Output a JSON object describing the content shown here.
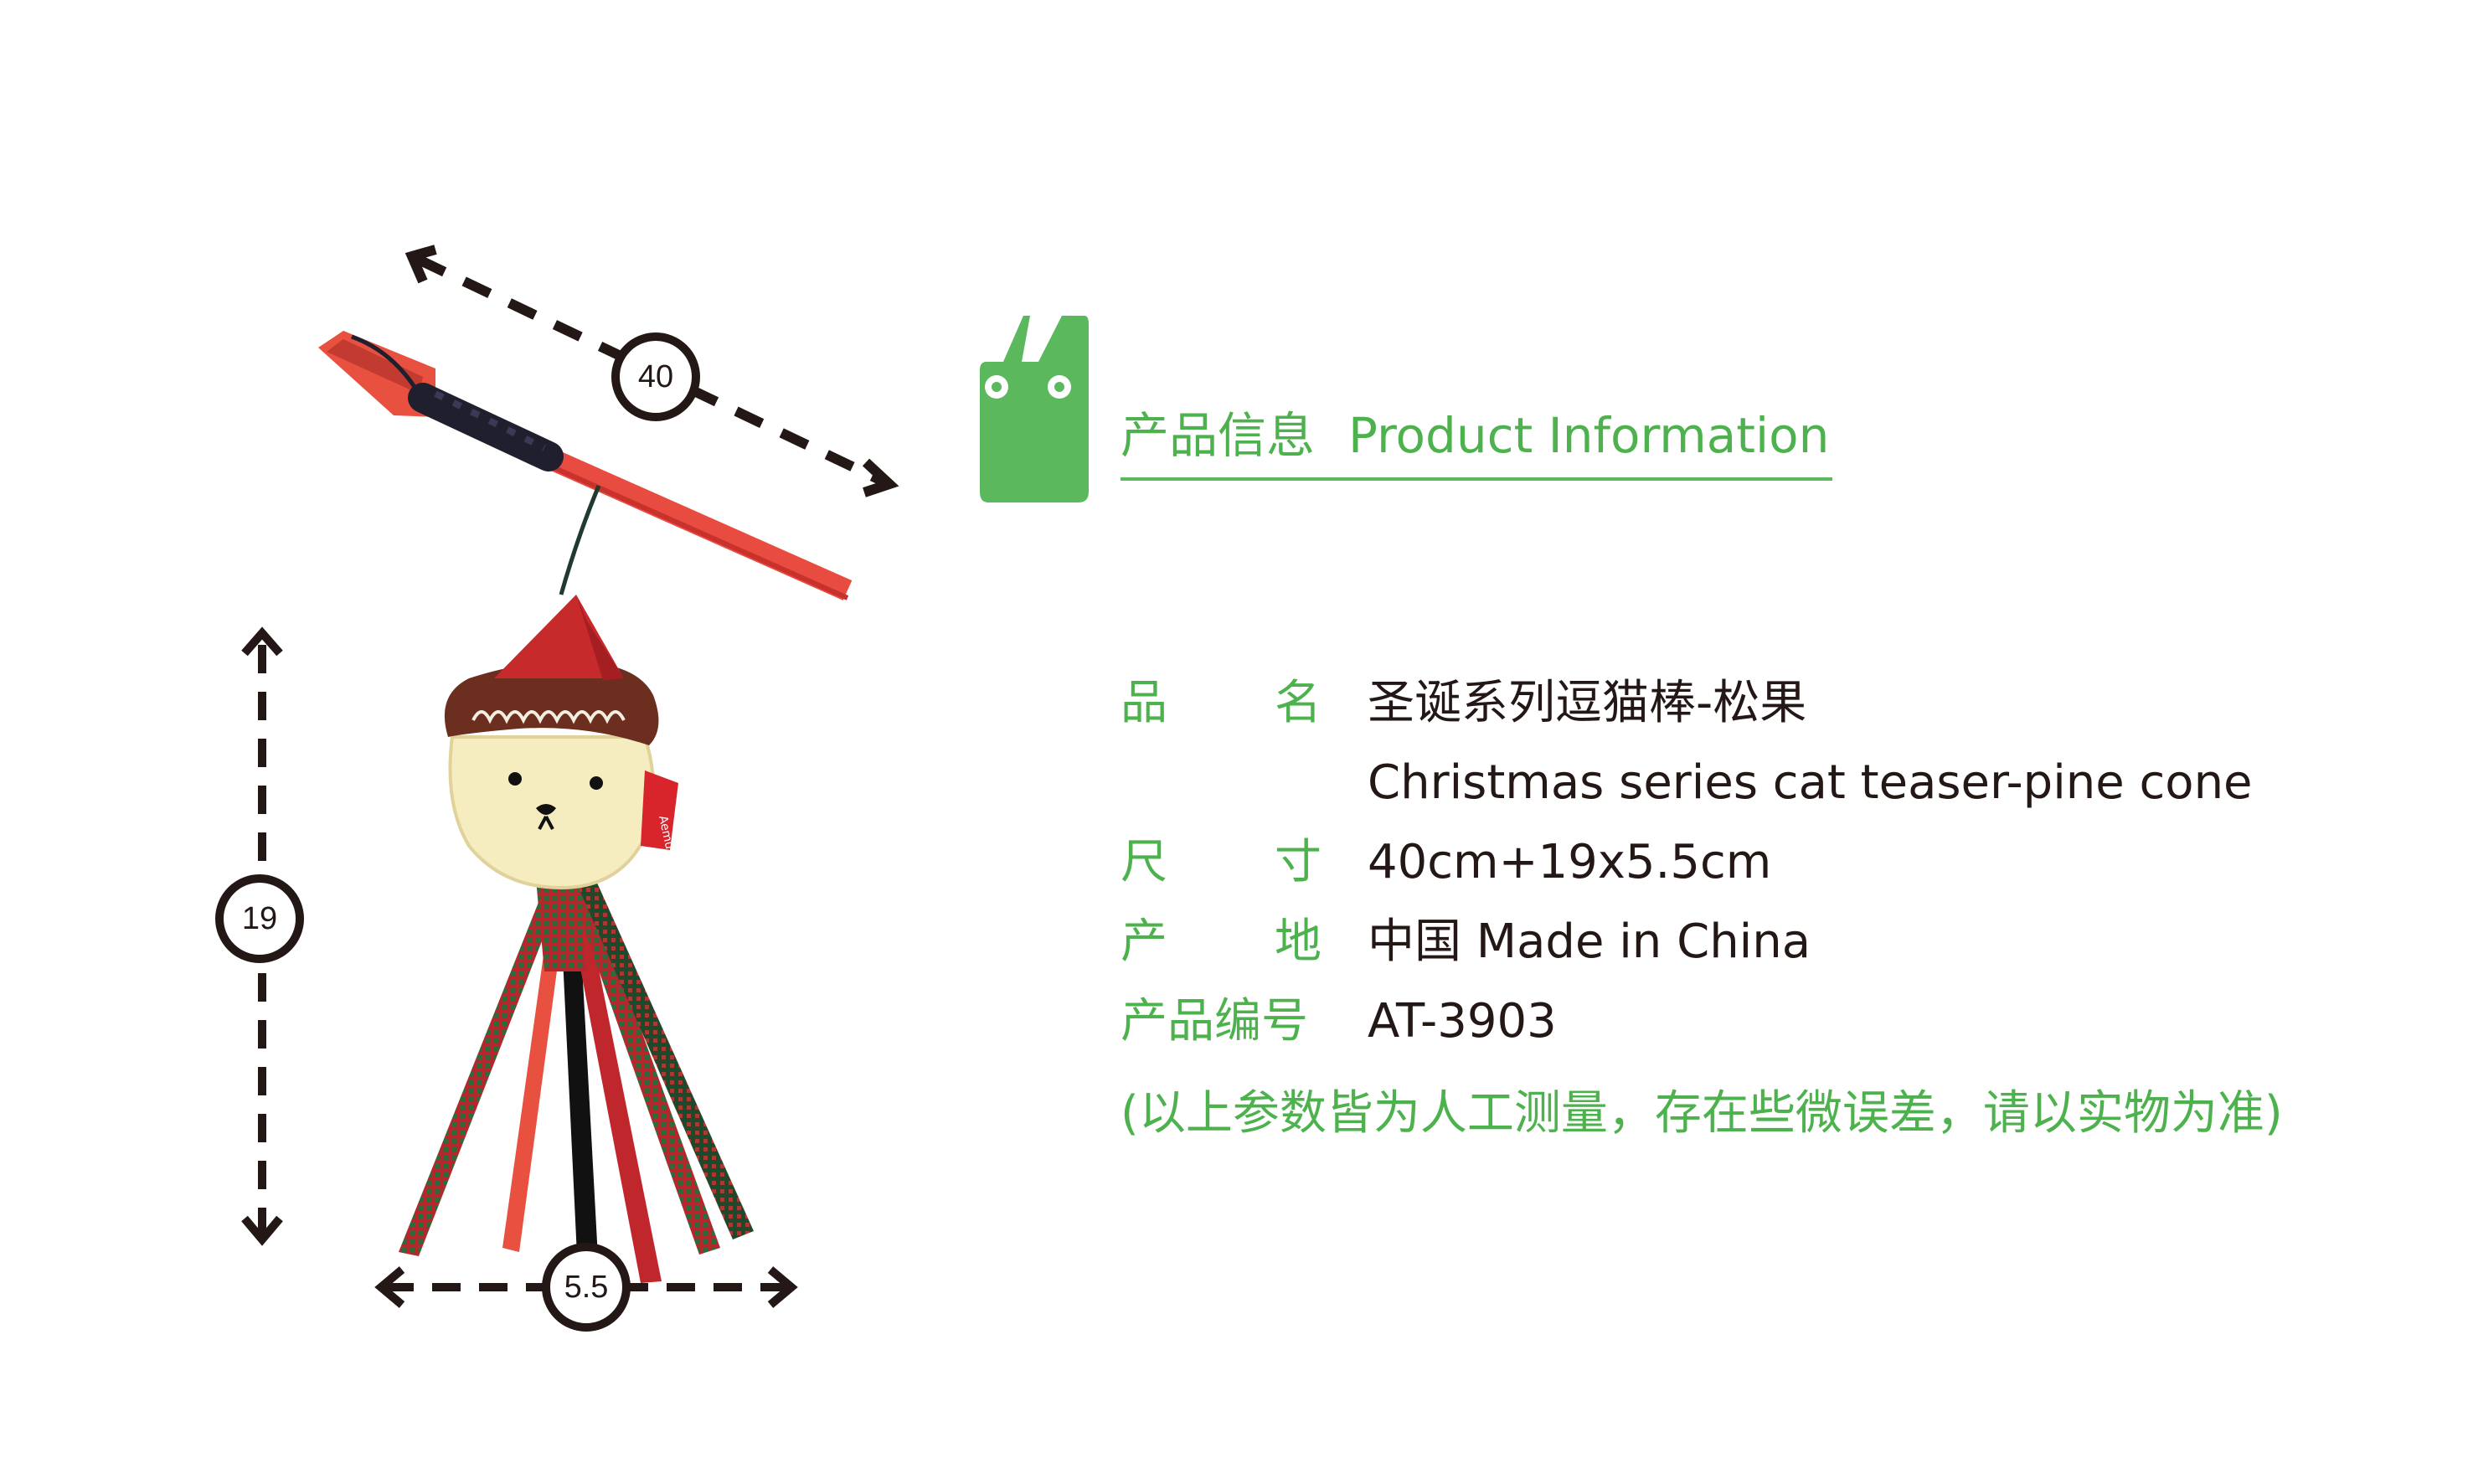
{
  "dimensions": {
    "length_label": "40",
    "height_label": "19",
    "width_label": "5.5"
  },
  "logo": {
    "icon": "green-cat-head-logo",
    "color": "#5cb85c"
  },
  "heading": {
    "title_cn": "产品信息",
    "title_en": "Product Information",
    "color": "#4db24d"
  },
  "info": {
    "name_label_1": "品",
    "name_label_2": "名",
    "name_cn": "圣诞系列逗猫棒-松果",
    "name_en": "Christmas series cat teaser-pine cone",
    "size_label_1": "尺",
    "size_label_2": "寸",
    "size_value": "40cm+19x5.5cm",
    "origin_label_1": "产",
    "origin_label_2": "地",
    "origin_value": "中国 Made in China",
    "code_label": "产品编号",
    "code_value": "AT-3903"
  },
  "note": "(以上参数皆为人工测量，存在些微误差，请以实物为准)"
}
